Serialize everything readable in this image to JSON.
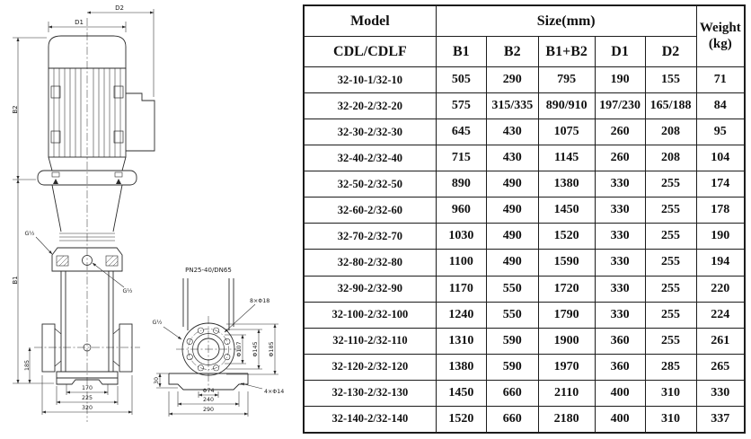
{
  "drawing": {
    "front_view": {
      "dim_top_outer": "D2",
      "dim_top_inner": "D1",
      "dim_motor_height": "B2",
      "dim_pump_height": "B1",
      "dim_port_to_base": "185",
      "dim_base_170": "170",
      "dim_base_225": "225",
      "dim_base_320": "320",
      "plug_callout_upper": "G½",
      "plug_callout_lower": "G½"
    },
    "side_view": {
      "flange_spec": "PN25-40/DN65",
      "bolt_holes_callout": "8×Φ18",
      "plug_callout": "G½",
      "dim_flange_107": "Φ107",
      "dim_flange_145": "Φ145",
      "dim_flange_185": "Φ185",
      "dim_base_height": "30",
      "dim_bore_74": "Φ74",
      "dim_base_240": "240",
      "dim_base_290": "290",
      "base_holes_callout": "4×Φ14"
    }
  },
  "table": {
    "header": {
      "model": "Model",
      "model_sub": "CDL/CDLF",
      "size_group": "Size(mm)",
      "size_cols": [
        "B1",
        "B2",
        "B1+B2",
        "D1",
        "D2"
      ],
      "weight_line1": "Weight",
      "weight_line2": "(kg)"
    },
    "rows": [
      [
        "32-10-1/32-10",
        "505",
        "290",
        "795",
        "190",
        "155",
        "71"
      ],
      [
        "32-20-2/32-20",
        "575",
        "315/335",
        "890/910",
        "197/230",
        "165/188",
        "84"
      ],
      [
        "32-30-2/32-30",
        "645",
        "430",
        "1075",
        "260",
        "208",
        "95"
      ],
      [
        "32-40-2/32-40",
        "715",
        "430",
        "1145",
        "260",
        "208",
        "104"
      ],
      [
        "32-50-2/32-50",
        "890",
        "490",
        "1380",
        "330",
        "255",
        "174"
      ],
      [
        "32-60-2/32-60",
        "960",
        "490",
        "1450",
        "330",
        "255",
        "178"
      ],
      [
        "32-70-2/32-70",
        "1030",
        "490",
        "1520",
        "330",
        "255",
        "190"
      ],
      [
        "32-80-2/32-80",
        "1100",
        "490",
        "1590",
        "330",
        "255",
        "194"
      ],
      [
        "32-90-2/32-90",
        "1170",
        "550",
        "1720",
        "330",
        "255",
        "220"
      ],
      [
        "32-100-2/32-100",
        "1240",
        "550",
        "1790",
        "330",
        "255",
        "224"
      ],
      [
        "32-110-2/32-110",
        "1310",
        "590",
        "1900",
        "360",
        "255",
        "261"
      ],
      [
        "32-120-2/32-120",
        "1380",
        "590",
        "1970",
        "360",
        "285",
        "265"
      ],
      [
        "32-130-2/32-130",
        "1450",
        "660",
        "2110",
        "400",
        "310",
        "330"
      ],
      [
        "32-140-2/32-140",
        "1520",
        "660",
        "2180",
        "400",
        "310",
        "337"
      ]
    ]
  }
}
